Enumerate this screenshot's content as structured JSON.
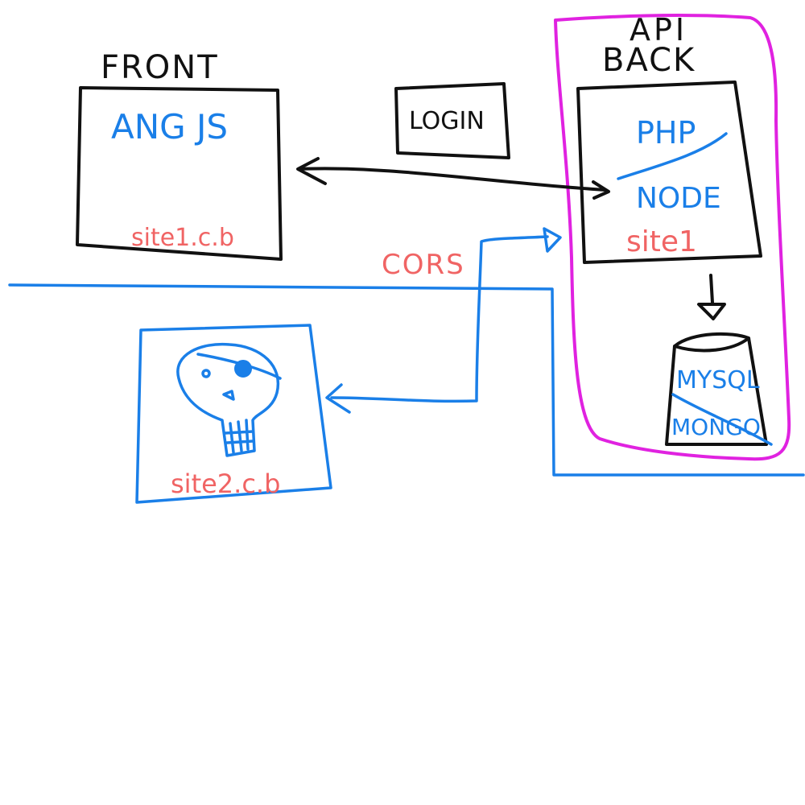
{
  "colors": {
    "black": "#111111",
    "blue": "#1a7fe8",
    "red": "#f06464",
    "magenta": "#e022e0",
    "background": "#ffffff"
  },
  "front": {
    "title": "FRONT",
    "tech": "ANG JS",
    "host": "site1.c.b"
  },
  "login": {
    "label": "LOGIN"
  },
  "api": {
    "title_line1": "API",
    "title_line2": "BACK",
    "tech_top": "PHP",
    "tech_bottom": "NODE",
    "host": "site1"
  },
  "database": {
    "top": "MYSQL",
    "bottom": "MONGO"
  },
  "cors": {
    "label": "CORS"
  },
  "attacker": {
    "host": "site2.c.b",
    "icon": "pirate-skull-icon"
  }
}
